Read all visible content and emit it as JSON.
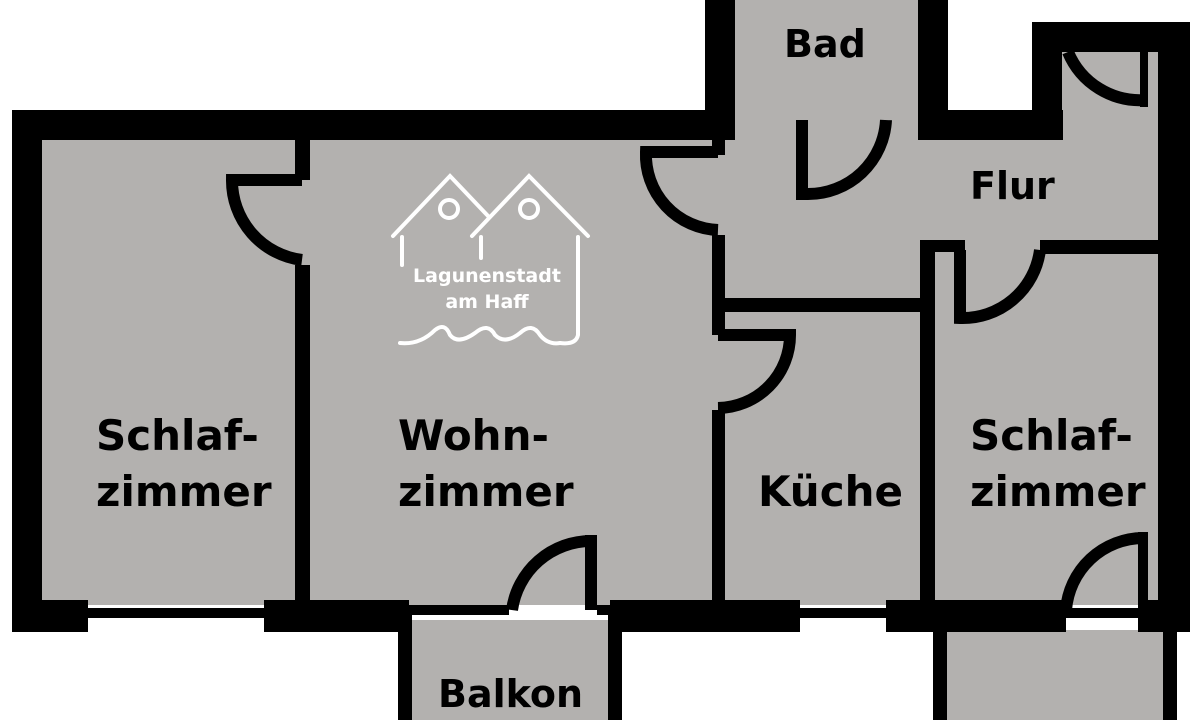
{
  "title": "Floor plan",
  "colors": {
    "room": "#b3b1af",
    "wall": "#000000",
    "logo": "#ffffff"
  },
  "rooms": {
    "bad": "Bad",
    "flur": "Flur",
    "schlaf_left": [
      "Schlaf-",
      "zimmer"
    ],
    "wohn": [
      "Wohn-",
      "zimmer"
    ],
    "kueche": "Küche",
    "schlaf_right": [
      "Schlaf-",
      "zimmer"
    ],
    "balkon": "Balkon"
  },
  "logo": {
    "line1": "Lagunenstadt",
    "line2": "am Haff"
  }
}
